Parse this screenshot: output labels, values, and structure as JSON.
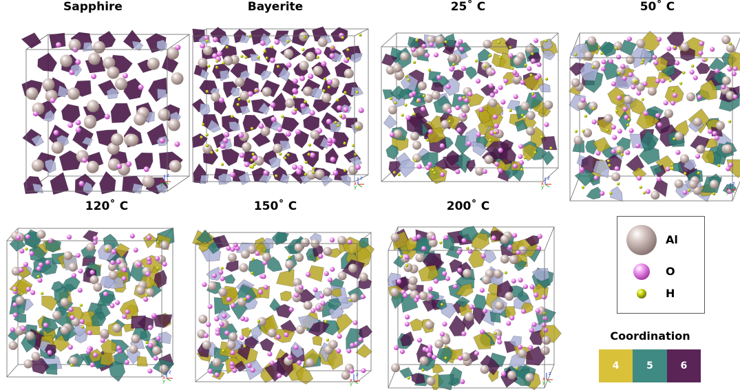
{
  "panels": [
    {
      "title": "Sapphire",
      "style": "sapphire"
    },
    {
      "title": "Bayerite",
      "style": "bayerite"
    },
    {
      "title": "25˚ C",
      "style": "mixed"
    },
    {
      "title": "50˚ C",
      "style": "mixed"
    },
    {
      "title": "120˚ C",
      "style": "mixed"
    },
    {
      "title": "150˚ C",
      "style": "mixed"
    },
    {
      "title": "200˚ C",
      "style": "mixed"
    }
  ],
  "axis_labels": {
    "x": "x",
    "y": "y",
    "z": "z"
  },
  "legend": {
    "atoms": [
      {
        "label": "Al",
        "color": "#bcaaa4"
      },
      {
        "label": "O",
        "color": "#e87de8"
      },
      {
        "label": "H",
        "color": "#c8d400"
      }
    ]
  },
  "coordination": {
    "title": "Coordination",
    "levels": [
      {
        "label": "4",
        "color": "#d9c13a"
      },
      {
        "label": "5",
        "color": "#3f8a82"
      },
      {
        "label": "6",
        "color": "#5a2457"
      }
    ]
  },
  "colors": {
    "tet": "#b5a31e",
    "pent": "#2f7a70",
    "oct": "#4a1848",
    "face": "#aab0d6",
    "al": "#bcaaa4",
    "o": "#e87de8",
    "h": "#c8d400"
  }
}
